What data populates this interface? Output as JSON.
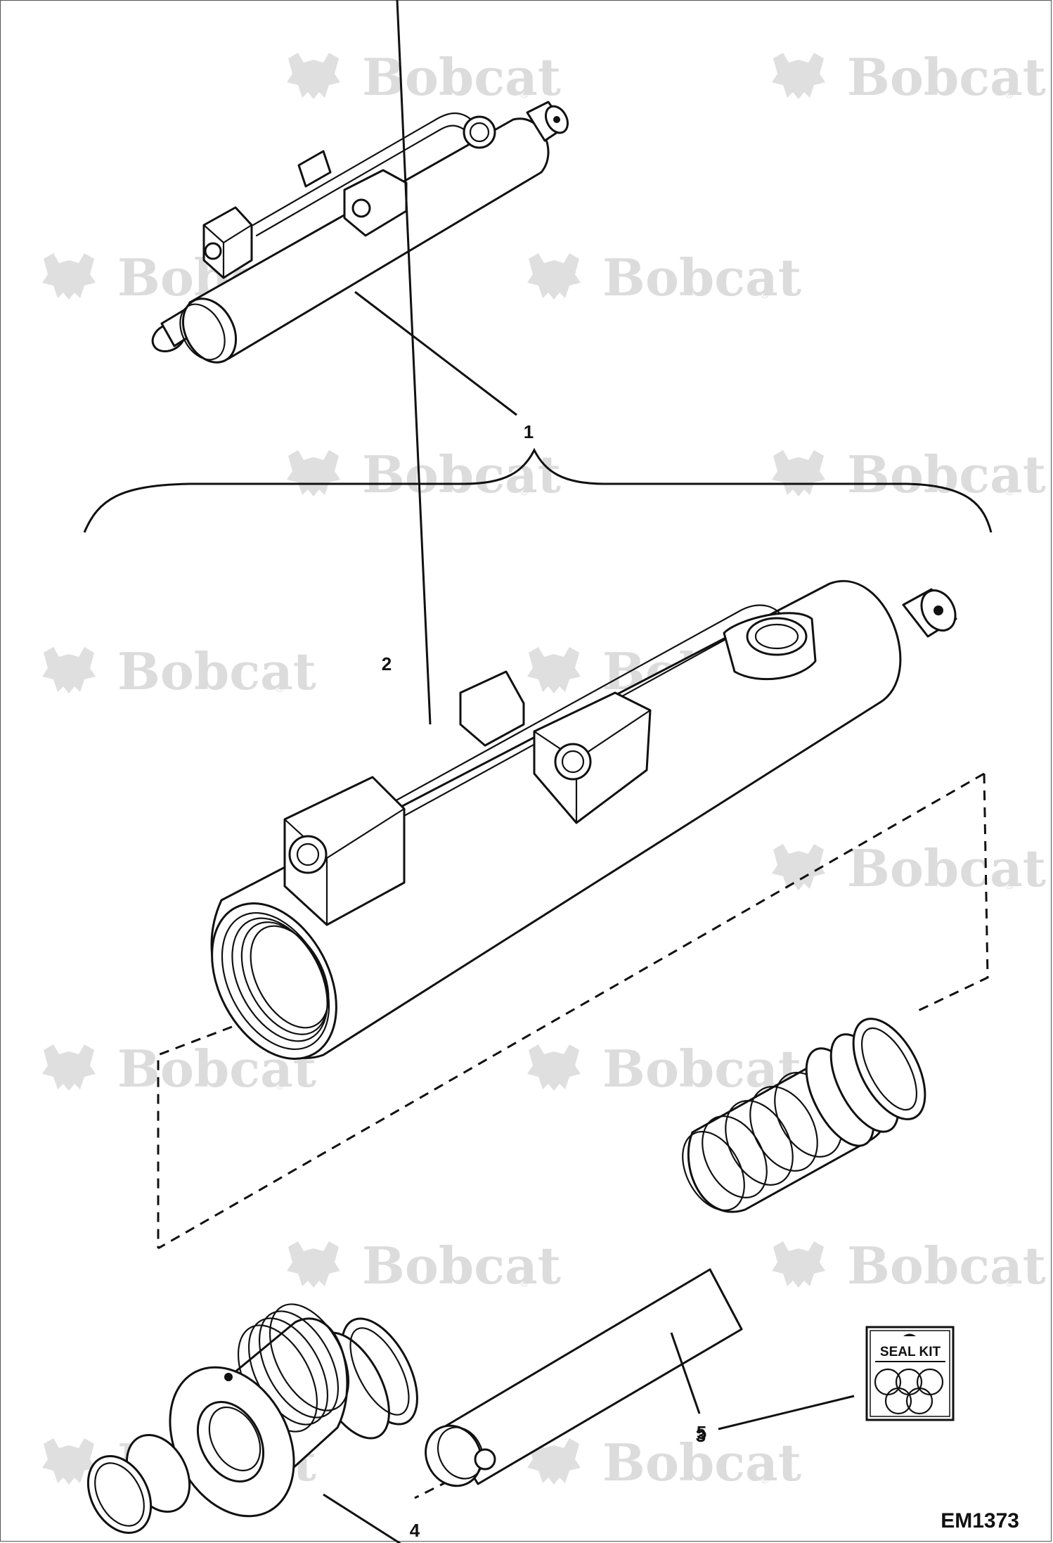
{
  "watermark": {
    "text": "Bobcat",
    "registered_mark": "®"
  },
  "callouts": {
    "c1": "1",
    "c2": "2",
    "c3": "3",
    "c4": "4",
    "c5": "5"
  },
  "seal_kit": {
    "label": "SEAL KIT"
  },
  "figure_code": "EM1373"
}
